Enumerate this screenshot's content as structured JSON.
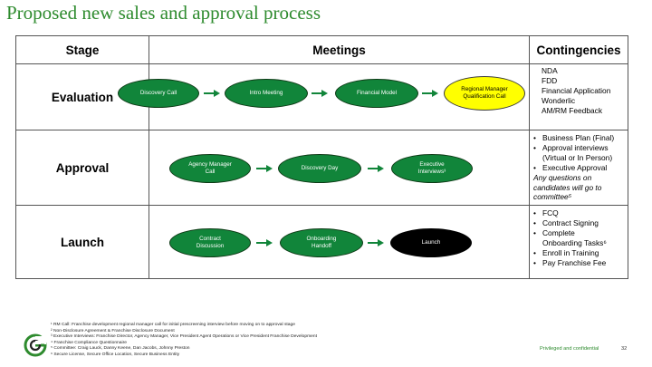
{
  "title": "Proposed new sales and approval process",
  "headers": {
    "stage": "Stage",
    "meetings": "Meetings",
    "contingencies": "Contingencies"
  },
  "rows": [
    {
      "stage": "Evaluation",
      "meetings": [
        "Discovery Call",
        "Intro Meeting",
        "Financial Model",
        "Regional Manager Qualification Call"
      ],
      "contingencies": [
        "NDA",
        "FDD",
        "Financial Application",
        "Wonderlic",
        "AM/RM Feedback"
      ]
    },
    {
      "stage": "Approval",
      "meetings": [
        "Agency Manager Call",
        "Discovery Day",
        "Executive Interviews³"
      ],
      "contingencies": [
        "Business Plan (Final)",
        "Approval interviews",
        "(Virtual or In Person)",
        "Executive Approval",
        "Any questions on",
        "candidates will go to",
        "committee⁵"
      ]
    },
    {
      "stage": "Launch",
      "meetings": [
        "Contract Discussion",
        "Onboarding Handoff",
        "Launch"
      ],
      "contingencies": [
        "FCQ",
        "Contract Signing",
        "Complete",
        "Onboarding Tasks⁶",
        "Enroll in Training",
        "Pay Franchise Fee"
      ]
    }
  ],
  "oval_colors": {
    "green": "#11853a",
    "yellow": "#ffff00",
    "black": "#000000"
  },
  "footnotes": [
    "¹ RM Call: Franchise development regional manager call for initial prescreening interview before moving on to approval stage",
    "² Non-Disclosure Agreement & Franchise Disclosure Document",
    "³ Executive Interviews: Franchise Director, Agency Manager, Vice President Agent Operations or Vice President Franchise Development",
    "⁴ Franchise Compliance Questionnaire",
    "⁵ Committee: Craig Lauck, Danny Keene, Dan Jacobs, Johnny Preston",
    "⁶ Secure License, Secure Office Location, Secure Business Entity"
  ],
  "footer": {
    "confidential": "Privileged and confidential",
    "page_number": "32"
  },
  "icons": {
    "logo": "company-logo-icon",
    "arrow": "arrow-right-icon"
  }
}
